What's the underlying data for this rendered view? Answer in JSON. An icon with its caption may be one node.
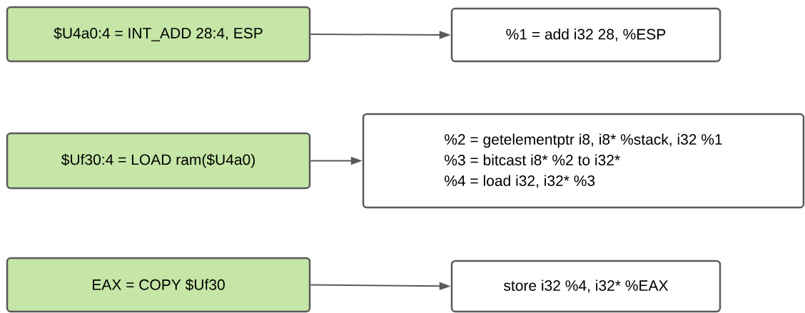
{
  "diagram": {
    "nodes": [
      {
        "text": [
          "$U4a0:4 = INT_ADD 28:4, ESP"
        ]
      },
      {
        "text": [
          "%1 = add i32 28, %ESP"
        ]
      },
      {
        "text": [
          "$Uf30:4 = LOAD ram($U4a0)"
        ]
      },
      {
        "text": [
          "%2 = getelementptr i8, i8* %stack, i32 %1",
          "%3 = bitcast i8* %2 to i32*",
          "%4 = load i32, i32* %3"
        ]
      },
      {
        "text": [
          "EAX = COPY $Uf30"
        ]
      },
      {
        "text": [
          "store i32 %4, i32* %EAX"
        ]
      }
    ],
    "edges": [
      {
        "from": 0,
        "to": 1,
        "arrow": "to"
      },
      {
        "from": 2,
        "to": 3,
        "arrow": "to"
      },
      {
        "from": 4,
        "to": 5,
        "arrow": "to"
      }
    ]
  }
}
